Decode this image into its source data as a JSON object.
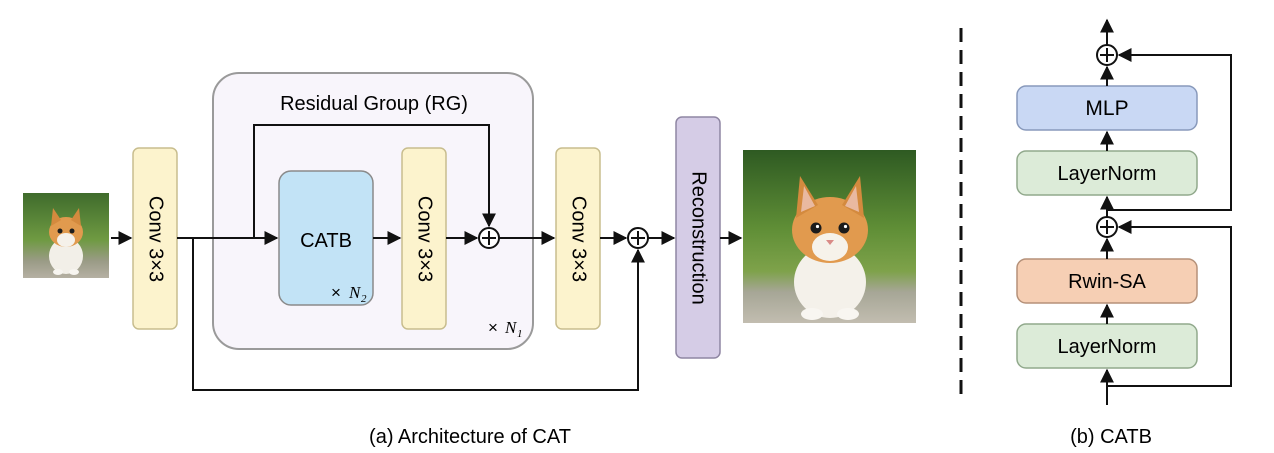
{
  "colors": {
    "conv_fill": "#fcf3cd",
    "conv_stroke": "#c8bd8e",
    "catb_fill": "#c2e3f6",
    "catb_stroke": "#8a8a8a",
    "rg_fill": "#f8f5fb",
    "rg_stroke": "#9a9a9a",
    "recon_fill": "#d5cce6",
    "recon_stroke": "#8f86a3",
    "mlp_fill": "#c9d8f4",
    "mlp_stroke": "#8899bb",
    "layernorm_fill": "#dcebd8",
    "layernorm_stroke": "#91a98c",
    "rwin_fill": "#f6cfb4",
    "rwin_stroke": "#b59179",
    "line": "#111111"
  },
  "architecture": {
    "conv_first": "Conv  3×3",
    "residual_group_title": "Residual Group (RG)",
    "catb": "CATB",
    "catb_repeat_times": "×",
    "catb_repeat_var": "N",
    "catb_repeat_sub": "2",
    "conv_inner": "Conv  3×3",
    "rg_repeat_times": "×",
    "rg_repeat_var": "N",
    "rg_repeat_sub": "1",
    "conv_last": "Conv  3×3",
    "reconstruction": "Reconstruction",
    "caption": "(a) Architecture of CAT"
  },
  "catb_detail": {
    "mlp": "MLP",
    "layernorm_top": "LayerNorm",
    "rwin_sa": "Rwin-SA",
    "layernorm_bottom": "LayerNorm",
    "caption": "(b) CATB"
  },
  "icons": {
    "input_image": "kitten-photo-small",
    "output_image": "kitten-photo-large",
    "sum_node": "circle-plus-icon"
  }
}
